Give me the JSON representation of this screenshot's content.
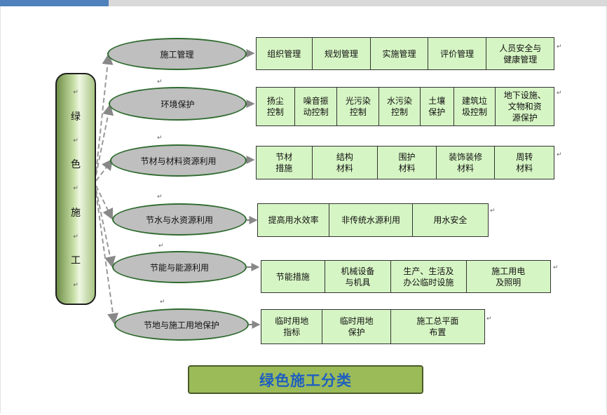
{
  "root": {
    "chars": [
      "绿",
      "色",
      "施",
      "工"
    ]
  },
  "categories": [
    {
      "label": "施工管理",
      "items": [
        "组织管理",
        "规划管理",
        "实施管理",
        "评价管理",
        "人员安全与\n健康管理"
      ]
    },
    {
      "label": "环境保护",
      "items": [
        "扬尘\n控制",
        "噪音振\n动控制",
        "光污染\n控制",
        "水污染\n控制",
        "土壤\n保护",
        "建筑垃\n圾控制",
        "地下设施、\n文物和资\n源保护"
      ]
    },
    {
      "label": "节材与材料资源利用",
      "items": [
        "节材\n措施",
        "结构\n材料",
        "围护\n材料",
        "装饰装修\n材料",
        "周转\n材料"
      ]
    },
    {
      "label": "节水与水资源利用",
      "items": [
        "提高用水效率",
        "非传统水源利用",
        "用水安全"
      ]
    },
    {
      "label": "节能与能源利用",
      "items": [
        "节能措施",
        "机械设备\n与机具",
        "生产、生活及\n办公临时设施",
        "施工用电\n及照明"
      ]
    },
    {
      "label": "节地与施工用地保护",
      "items": [
        "临时用地\n指标",
        "临时用地\n保护",
        "施工总平面\n布置"
      ]
    }
  ],
  "title": "绿色施工分类"
}
